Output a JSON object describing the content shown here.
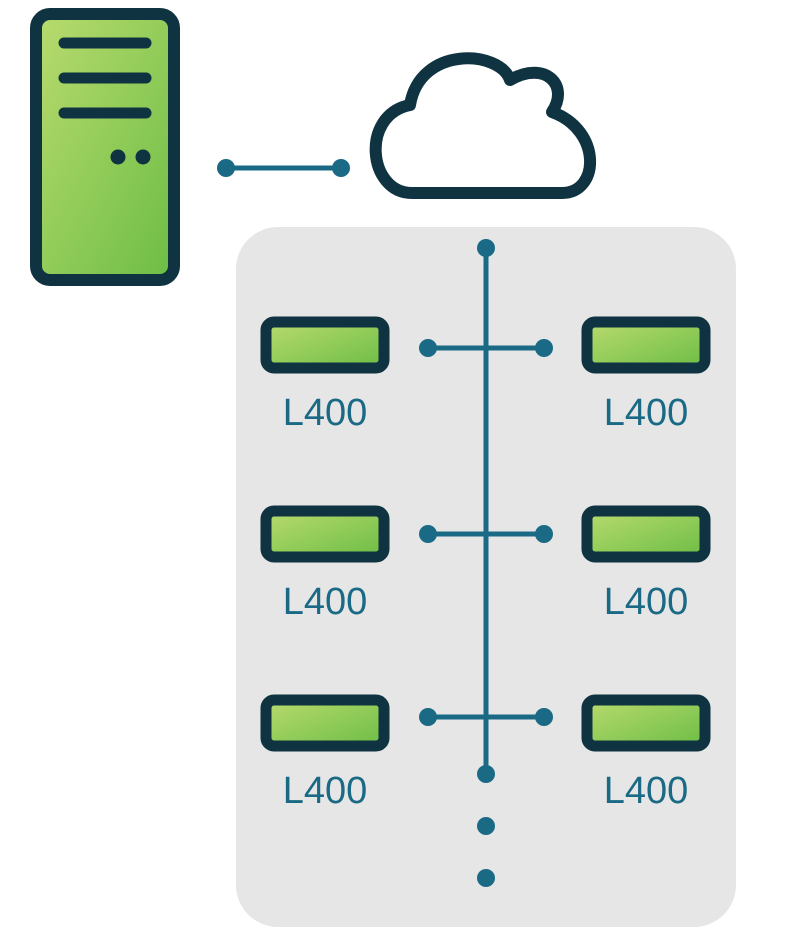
{
  "colors": {
    "outline": "#0f3340",
    "line": "#1a6a85",
    "panel": "#e6e6e6",
    "green_light": "#b9db6e",
    "green_dark": "#6cbd45",
    "label": "#1a6a85"
  },
  "icons": {
    "server": "server-tower-icon",
    "cloud": "cloud-icon",
    "device": "l400-device-icon"
  },
  "devices": [
    {
      "label": "L400"
    },
    {
      "label": "L400"
    },
    {
      "label": "L400"
    },
    {
      "label": "L400"
    },
    {
      "label": "L400"
    },
    {
      "label": "L400"
    }
  ]
}
